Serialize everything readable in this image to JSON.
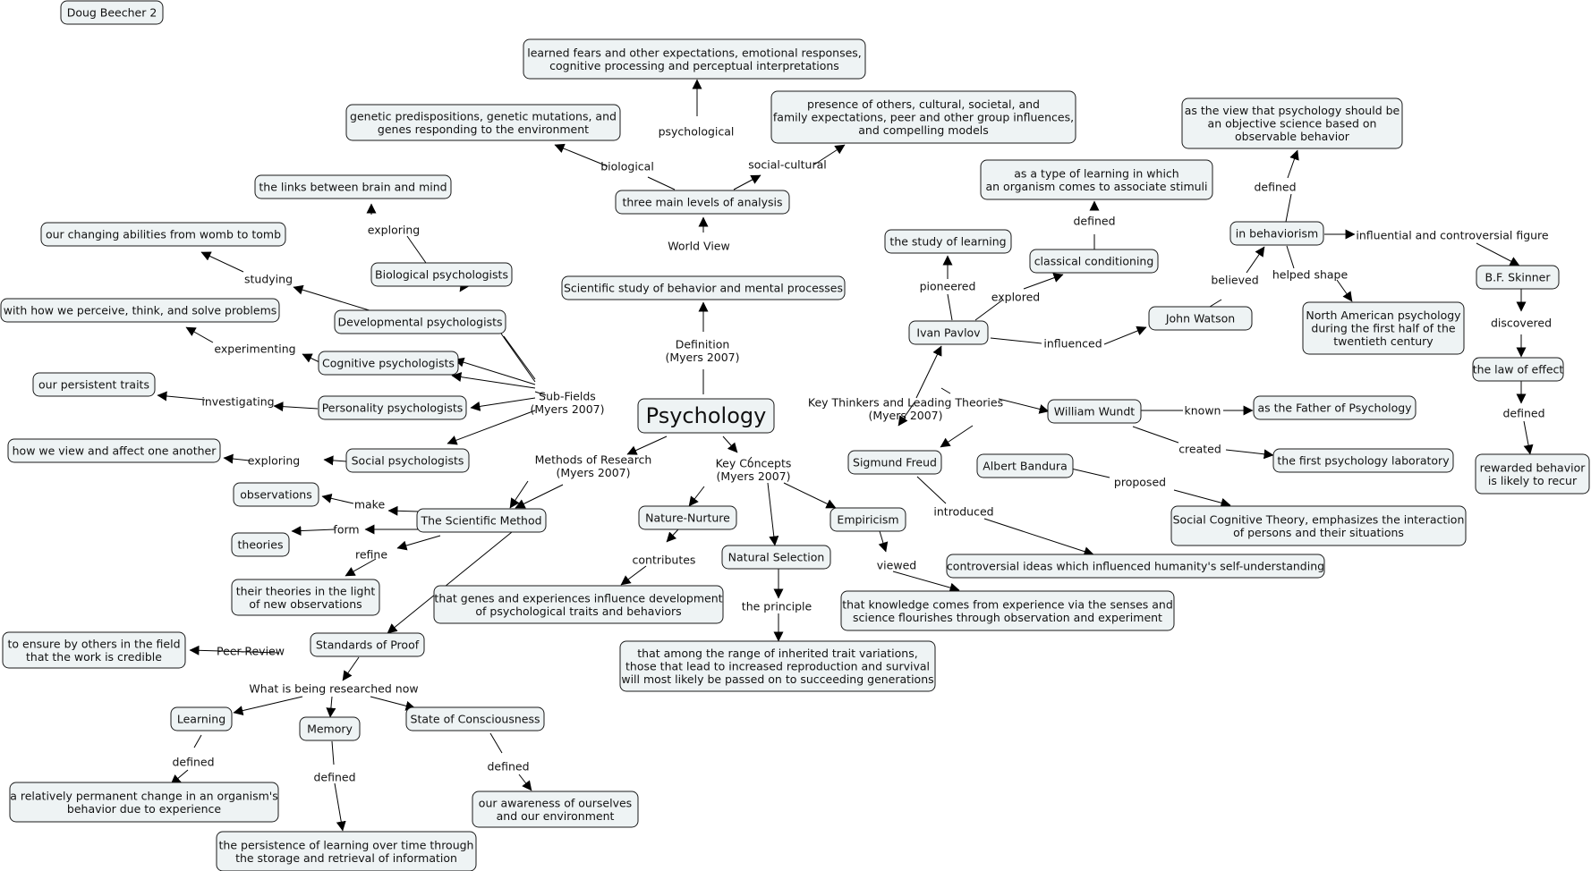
{
  "title_tag": "Doug Beecher 2",
  "nodes": {
    "psych": [
      "Psychology"
    ],
    "scientific": [
      "Scientific study of behavior and mental processes"
    ],
    "three": [
      "three main levels of analysis"
    ],
    "learned": [
      "learned fears and other expectations, emotional responses,",
      "cognitive processing and perceptual interpretations"
    ],
    "genetic": [
      "genetic predispositions, genetic mutations, and",
      "genes responding to the environment"
    ],
    "presence": [
      "presence of others, cultural, societal, and",
      "family expectations, peer and other group influences,",
      "and compelling models"
    ],
    "links": [
      "the links between brain and mind"
    ],
    "womb": [
      "our changing abilities from womb to tomb"
    ],
    "perceive": [
      "with how we perceive, think, and solve problems"
    ],
    "traits": [
      "our persistent traits"
    ],
    "view": [
      "how we view and affect one another"
    ],
    "bio": [
      "Biological psychologists"
    ],
    "dev": [
      "Developmental psychologists"
    ],
    "cog": [
      "Cognitive psychologists"
    ],
    "pers": [
      "Personality psychologists"
    ],
    "soc": [
      "Social psychologists"
    ],
    "observations": [
      "observations"
    ],
    "theories": [
      "theories"
    ],
    "refineT": [
      "their theories in the light",
      "of new observations"
    ],
    "sci": [
      "The Scientific Method"
    ],
    "genesexp": [
      "that genes and experiences influence development",
      "of psychological traits and behaviors"
    ],
    "ensure": [
      "to ensure by others in the field",
      "that the work is credible"
    ],
    "standards": [
      "Standards of Proof"
    ],
    "learning": [
      "Learning"
    ],
    "memory": [
      "Memory"
    ],
    "soconsc": [
      "State of Consciousness"
    ],
    "relperm": [
      "a relatively permanent change in an organism's",
      "behavior due to experience"
    ],
    "persist": [
      "the persistence of learning over time through",
      "the storage and retrieval of information"
    ],
    "aware": [
      "our awareness of ourselves",
      "and our environment"
    ],
    "nn": [
      "Nature-Nurture"
    ],
    "natsel": [
      "Natural Selection"
    ],
    "emp": [
      "Empiricism"
    ],
    "among": [
      "that among the range of inherited trait variations,",
      "those that lead to increased reproduction and survival",
      "will most likely be passed on to succeeding generations"
    ],
    "knowledge": [
      "that knowledge comes from experience via the senses and",
      "science flourishes through observation and experiment"
    ],
    "studylearn": [
      "the study of learning"
    ],
    "classical": [
      "classical conditioning"
    ],
    "typelearn": [
      "as a type of learning in which",
      "an organism comes to associate stimuli"
    ],
    "pavlov": [
      "Ivan Pavlov"
    ],
    "watson": [
      "John Watson"
    ],
    "behaviorism": [
      "in behaviorism"
    ],
    "objective": [
      "as the view that psychology should be",
      "an objective science based on",
      "observable behavior"
    ],
    "northam": [
      "North American psychology",
      "during the first half of the",
      "twentieth century"
    ],
    "skinner": [
      "B.F. Skinner"
    ],
    "law": [
      "the law of effect"
    ],
    "rewarded": [
      "rewarded behavior",
      "is likely to recur"
    ],
    "wundt": [
      "William Wundt"
    ],
    "father": [
      "as the Father of Psychology"
    ],
    "firstlab": [
      "the first psychology laboratory"
    ],
    "freud": [
      "Sigmund Freud"
    ],
    "bandura": [
      "Albert Bandura"
    ],
    "controversial": [
      "controversial ideas which influenced humanity's self-understanding"
    ],
    "sct": [
      "Social Cognitive Theory, emphasizes the interaction",
      "of persons and their situations"
    ]
  },
  "phrases": {
    "definition": [
      "Definition",
      "(Myers 2007)"
    ],
    "worldview": [
      "World View"
    ],
    "psychological": [
      "psychological"
    ],
    "biological": [
      "biological"
    ],
    "socialcultural": [
      "social-cultural"
    ],
    "subfields": [
      "Sub-Fields",
      "(Myers 2007)"
    ],
    "exploring1": [
      "exploring"
    ],
    "studying": [
      "studying"
    ],
    "experimenting": [
      "experimenting"
    ],
    "investigating": [
      "investigating"
    ],
    "exploring2": [
      "exploring"
    ],
    "methods": [
      "Methods of Research",
      "(Myers 2007)"
    ],
    "make": [
      "make"
    ],
    "form": [
      "form"
    ],
    "refine": [
      "refine"
    ],
    "peerreview": [
      "Peer-Review"
    ],
    "whatnow": [
      "What is being researched now"
    ],
    "defined1": [
      "defined"
    ],
    "defined2": [
      "defined"
    ],
    "defined3": [
      "defined"
    ],
    "keyconcepts": [
      "Key Concepts",
      "(Myers 2007)"
    ],
    "contributes": [
      "contributes"
    ],
    "principle": [
      "the principle"
    ],
    "viewed": [
      "viewed"
    ],
    "keythinkers": [
      "Key Thinkers and Leading Theories",
      "(Myers 2007)"
    ],
    "pioneered": [
      "pioneered"
    ],
    "explored": [
      "explored"
    ],
    "defined4": [
      "defined"
    ],
    "influenced": [
      "influenced"
    ],
    "believed": [
      "believed"
    ],
    "defined5": [
      "defined"
    ],
    "helpedshape": [
      "helped shape"
    ],
    "influential": [
      "influential and controversial figure"
    ],
    "discovered": [
      "discovered"
    ],
    "defined6": [
      "defined"
    ],
    "known": [
      "known"
    ],
    "created": [
      "created"
    ],
    "introduced": [
      "introduced"
    ],
    "proposed": [
      "proposed"
    ]
  }
}
